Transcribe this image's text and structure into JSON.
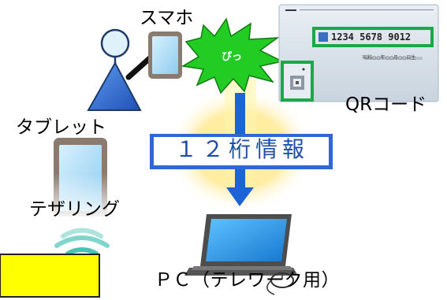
{
  "labels": {
    "smartphone": "スマホ",
    "tablet": "タブレット",
    "tethering": "テザリング",
    "qr_code": "QRコード",
    "pc": "ＰＣ（テレワーク用）"
  },
  "burst_text": "ぴっ",
  "center_box": "１２桁情報",
  "card": {
    "number": "1234 5678 9012",
    "date_line": "昭和○○年○○月○○日生"
  },
  "colors": {
    "burst_green": "#22cc22",
    "qr_frame_green": "#1aa84a",
    "box_blue": "#2a5bd7",
    "arrow_blue": "#1e62d8",
    "glow_yellow": "#ffe57a",
    "note_yellow": "#ffff00",
    "person_blue": "#2f6fd4",
    "wifi_teal": "#1ab3a0"
  },
  "icons": [
    "person-icon",
    "smartphone-icon",
    "tablet-icon",
    "wifi-icon",
    "laptop-icon",
    "mynumber-card-icon",
    "qr-code-icon",
    "mouse-icon",
    "down-arrow-icon",
    "burst-icon"
  ]
}
